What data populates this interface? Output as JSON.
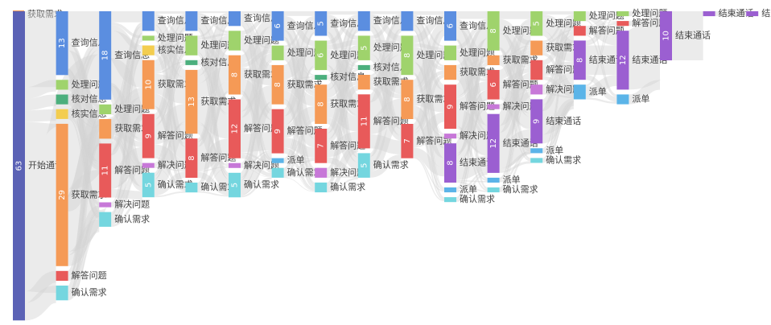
{
  "chart_data": {
    "type": "sankey",
    "title": "",
    "colors": {
      "开始通话": "#5b62b5",
      "查询信息": "#5b8ee0",
      "处理问题": "#9fd36c",
      "核对信息": "#4caf7d",
      "核实信息": "#f3cd4f",
      "获取需求": "#f59a56",
      "解答问题": "#e85a5a",
      "解决问题": "#c778d8",
      "确认需求": "#74d6df",
      "结束通话": "#9b5fd1",
      "派单": "#5bb4e8",
      "link": "#d3d3d3"
    },
    "legend": [
      {
        "name": "获取需求"
      }
    ],
    "columns": [
      [
        {
          "name": "开始通话",
          "value": 63
        }
      ],
      [
        {
          "name": "查询信息",
          "value": 13
        },
        {
          "name": "处理问题",
          "value": 2
        },
        {
          "name": "核对信息",
          "value": 2
        },
        {
          "name": "核实信息",
          "value": 2
        },
        {
          "name": "获取需求",
          "value": 29
        },
        {
          "name": "解答问题",
          "value": 2
        },
        {
          "name": "确认需求",
          "value": 3
        }
      ],
      [
        {
          "name": "查询信息",
          "value": 18
        },
        {
          "name": "处理问题",
          "value": 2
        },
        {
          "name": "获取需求",
          "value": 4
        },
        {
          "name": "解答问题",
          "value": 11
        },
        {
          "name": "解决问题",
          "value": 1
        },
        {
          "name": "确认需求",
          "value": 3
        }
      ],
      [
        {
          "name": "查询信息",
          "value": 4
        },
        {
          "name": "处理问题",
          "value": 1
        },
        {
          "name": "核实信息",
          "value": 2
        },
        {
          "name": "获取需求",
          "value": 10
        },
        {
          "name": "解答问题",
          "value": 9
        },
        {
          "name": "解决问题",
          "value": 1
        },
        {
          "name": "确认需求",
          "value": 5
        }
      ],
      [
        {
          "name": "查询信息",
          "value": 4
        },
        {
          "name": "处理问题",
          "value": 4
        },
        {
          "name": "核对信息",
          "value": 1
        },
        {
          "name": "获取需求",
          "value": 13
        },
        {
          "name": "解答问题",
          "value": 8
        },
        {
          "name": "确认需求",
          "value": 2
        }
      ],
      [
        {
          "name": "查询信息",
          "value": 3
        },
        {
          "name": "处理问题",
          "value": 4
        },
        {
          "name": "获取需求",
          "value": 8
        },
        {
          "name": "解答问题",
          "value": 12
        },
        {
          "name": "解决问题",
          "value": 1
        },
        {
          "name": "确认需求",
          "value": 5
        }
      ],
      [
        {
          "name": "查询信息",
          "value": 6
        },
        {
          "name": "处理问题",
          "value": 3
        },
        {
          "name": "获取需求",
          "value": 8
        },
        {
          "name": "解答问题",
          "value": 9
        },
        {
          "name": "派单",
          "value": 1
        },
        {
          "name": "确认需求",
          "value": 2
        }
      ],
      [
        {
          "name": "查询信息",
          "value": 5
        },
        {
          "name": "处理问题",
          "value": 6
        },
        {
          "name": "核对信息",
          "value": 1
        },
        {
          "name": "获取需求",
          "value": 8
        },
        {
          "name": "解答问题",
          "value": 7
        },
        {
          "name": "解决问题",
          "value": 2
        },
        {
          "name": "确认需求",
          "value": 2
        }
      ],
      [
        {
          "name": "查询信息",
          "value": 4
        },
        {
          "name": "处理问题",
          "value": 5
        },
        {
          "name": "核对信息",
          "value": 1
        },
        {
          "name": "获取需求",
          "value": 3
        },
        {
          "name": "解答问题",
          "value": 11
        },
        {
          "name": "确认需求",
          "value": 5
        }
      ],
      [
        {
          "name": "查询信息",
          "value": 4
        },
        {
          "name": "处理问题",
          "value": 8
        },
        {
          "name": "获取需求",
          "value": 8
        },
        {
          "name": "解答问题",
          "value": 7
        }
      ],
      [
        {
          "name": "查询信息",
          "value": 6
        },
        {
          "name": "处理问题",
          "value": 3
        },
        {
          "name": "获取需求",
          "value": 3
        },
        {
          "name": "解答问题",
          "value": 9
        },
        {
          "name": "解决问题",
          "value": 1
        },
        {
          "name": "结束通话",
          "value": 8
        },
        {
          "name": "派单",
          "value": 1
        },
        {
          "name": "确认需求",
          "value": 1
        }
      ],
      [
        {
          "name": "处理问题",
          "value": 8
        },
        {
          "name": "获取需求",
          "value": 2
        },
        {
          "name": "解答问题",
          "value": 6
        },
        {
          "name": "解决问题",
          "value": 1
        },
        {
          "name": "结束通话",
          "value": 12
        },
        {
          "name": "派单",
          "value": 1
        },
        {
          "name": "确认需求",
          "value": 1
        }
      ],
      [
        {
          "name": "处理问题",
          "value": 5
        },
        {
          "name": "获取需求",
          "value": 3
        },
        {
          "name": "解答问题",
          "value": 4
        },
        {
          "name": "解决问题",
          "value": 2
        },
        {
          "name": "结束通话",
          "value": 9
        },
        {
          "name": "派单",
          "value": 1
        },
        {
          "name": "确认需求",
          "value": 1
        }
      ],
      [
        {
          "name": "处理问题",
          "value": 2
        },
        {
          "name": "解答问题",
          "value": 2
        },
        {
          "name": "结束通话",
          "value": 8
        },
        {
          "name": "派单",
          "value": 3
        }
      ],
      [
        {
          "name": "处理问题",
          "value": 1
        },
        {
          "name": "解答问题",
          "value": 1
        },
        {
          "name": "结束通话",
          "value": 12
        },
        {
          "name": "派单",
          "value": 2
        }
      ],
      [
        {
          "name": "结束通话",
          "value": 10
        }
      ],
      [
        {
          "name": "结束通话",
          "value": 1
        }
      ],
      [
        {
          "name": "结束通话",
          "value": 1
        }
      ]
    ]
  }
}
